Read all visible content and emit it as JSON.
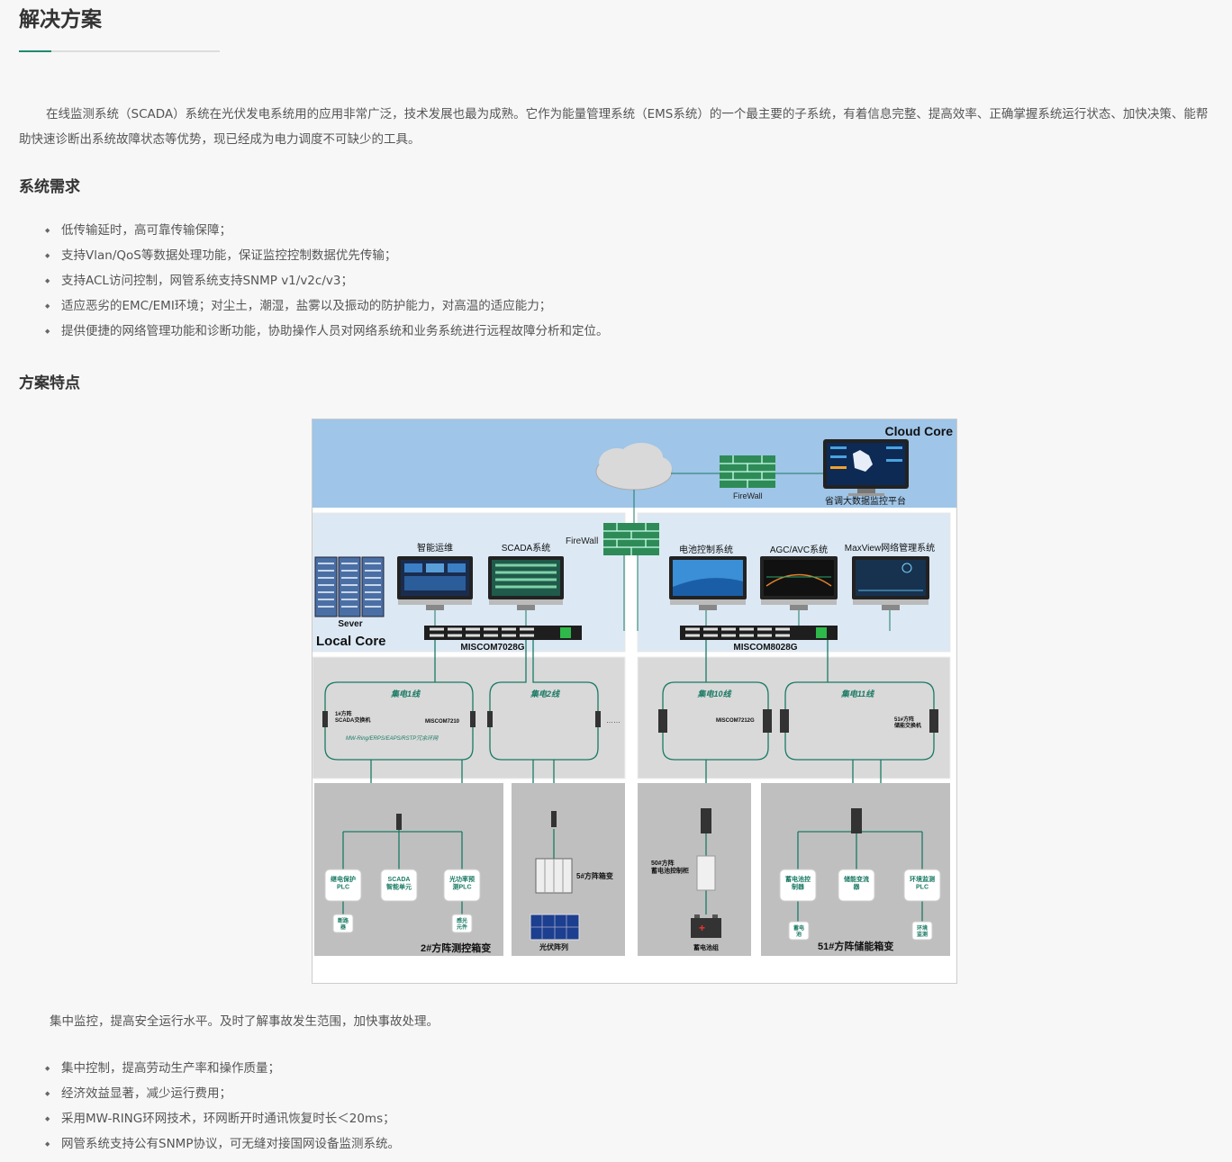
{
  "page": {
    "title": "解决方案",
    "intro": "在线监测系统（SCADA）系统在光伏发电系统用的应用非常广泛，技术发展也最为成熟。它作为能量管理系统（EMS系统）的一个最主要的子系统，有着信息完整、提高效率、正确掌握系统运行状态、加快决策、能帮助快速诊断出系统故障状态等优势，现已经成为电力调度不可缺少的工具。"
  },
  "requirements": {
    "heading": "系统需求",
    "items": [
      "低传输延时，高可靠传输保障；",
      "支持Vlan/QoS等数据处理功能，保证监控控制数据优先传输；",
      "支持ACL访问控制，网管系统支持SNMP v1/v2c/v3；",
      "适应恶劣的EMC/EMI环境；对尘土，潮湿，盐雾以及振动的防护能力，对高温的适应能力；",
      "提供便捷的网络管理功能和诊断功能，协助操作人员对网络系统和业务系统进行远程故障分析和定位。"
    ]
  },
  "features": {
    "heading": "方案特点",
    "caption": "集中监控，提高安全运行水平。及时了解事故发生范围，加快事故处理。",
    "items": [
      "集中控制，提高劳动生产率和操作质量；",
      "经济效益显著，减少运行费用；",
      "采用MW-RING环网技术，环网断开时通讯恢复时长＜20ms；",
      "网管系统支持公有SNMP协议，可无缝对接国网设备监测系统。"
    ]
  },
  "diagram": {
    "colors": {
      "cloud_bg": "#9fc5e8",
      "local_bg": "#dce9f5",
      "ring_bg": "#d9d9d9",
      "field_bg": "#bfbfbf",
      "accent": "#1a7a64",
      "firewall": "#2e8b57"
    },
    "cloud_core": "Cloud Core",
    "firewall_top": "FireWall",
    "province_platform": "省调大数据监控平台",
    "firewall_mid": "FireWall",
    "local_core": "Local Core",
    "server": "Sever",
    "monitors": [
      "智能运维",
      "SCADA系统",
      "电池控制系统",
      "AGC/AVC系统",
      "MaxView网络管理系统"
    ],
    "switch_left": "MISCOM7028G",
    "switch_right": "MISCOM8028G",
    "rings": [
      "集电1线",
      "集电2线",
      "集电10线",
      "集电11线"
    ],
    "ring_labels": {
      "scada_switch": "1#方阵\nSCADA交换机",
      "miscom7210": "MISCOM7210",
      "protocol": "MW-Ring/ERPS/EAPS/RSTP冗余环网",
      "dots": "……",
      "miscom7212g": "MISCOM7212G",
      "storage_switch": "51#方阵\n储能交换机"
    },
    "field": {
      "box2": "2#方阵测控箱变",
      "relay_plc": "继电保护\nPLC",
      "scada_unit": "SCADA\n智能单元",
      "power_plc": "光功率预\n测PLC",
      "breaker": "断路\n器",
      "sensor": "感光\n元件",
      "box5": "5#方阵箱变",
      "pv_array": "光伏阵列",
      "cabinet50": "50#方阵\n蓄电池控制柜",
      "battery_group": "蓄电池组",
      "battery_ctrl": "蓄电池控\n制器",
      "pcs": "储能变流\n器",
      "env_plc": "环境监测\nPLC",
      "battery": "蓄电\n池",
      "env_monitor": "环境\n监测",
      "box51": "51#方阵储能箱变"
    }
  }
}
